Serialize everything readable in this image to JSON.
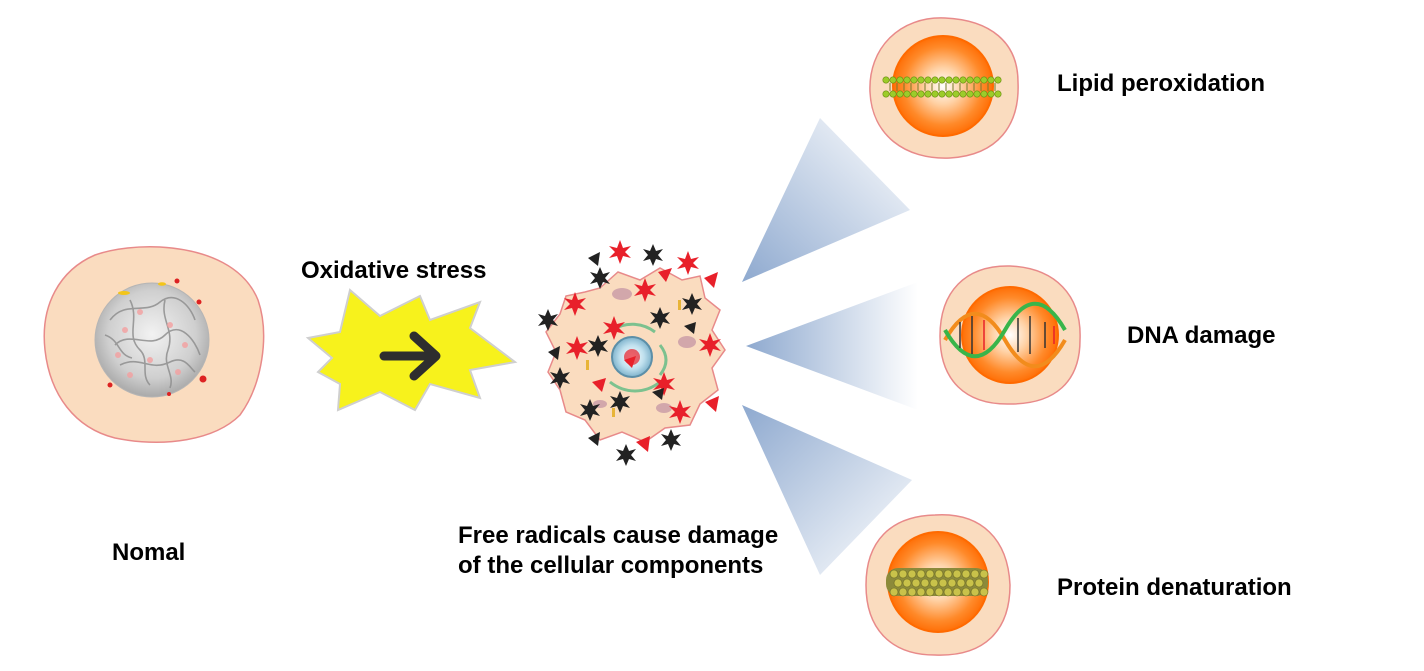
{
  "labels": {
    "normal": "Nomal",
    "oxidative_stress": "Oxidative stress",
    "free_radicals_line1": "Free radicals cause damage",
    "free_radicals_line2": "of the cellular components",
    "lipid": "Lipid peroxidation",
    "dna": "DNA damage",
    "protein": "Protein denaturation"
  },
  "colors": {
    "cell_fill": "#fadcbf",
    "cell_stroke": "#e88a8a",
    "nucleus_orange": "#ff7a1a",
    "burst_yellow": "#f7f21c",
    "beam_blue": "#8ea9cf",
    "radical_red": "#e8202a",
    "radical_black": "#222222",
    "dna_green": "#39b54a",
    "dna_orange": "#f28c1c",
    "membrane_green": "#9ccc2a",
    "protein_olive": "#a7a33a"
  },
  "icons": {
    "arrow": "right-arrow-icon",
    "burst": "starburst-icon"
  }
}
